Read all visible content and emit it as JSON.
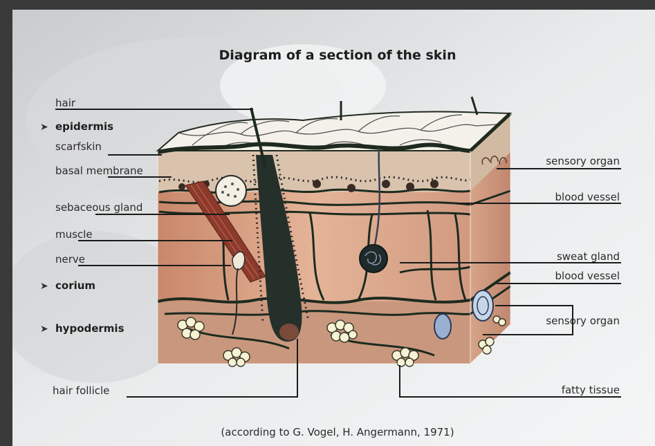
{
  "title": "Diagram of a section of the skin",
  "caption": "(according to G. Vogel, H. Angermann, 1971)",
  "labels_left": {
    "hair": "hair",
    "epidermis": "epidermis",
    "scarfskin": "scarfskin",
    "basal_membrane": "basal membrane",
    "sebaceous_gland": "sebaceous gland",
    "muscle": "muscle",
    "nerve": "nerve",
    "corium": "corium",
    "hypodermis": "hypodermis",
    "hair_follicle": "hair follicle"
  },
  "labels_right": {
    "sensory_organ_top": "sensory organ",
    "blood_vessel_top": "blood vessel",
    "sweat_gland": "sweat gland",
    "blood_vessel_bottom": "blood vessel",
    "sensory_organ_bottom": "sensory organ",
    "fatty_tissue": "fatty tissue"
  },
  "colors": {
    "epidermis": "#d9c3ad",
    "corium": "#dca98a",
    "hypodermis": "#c7967b",
    "surface": "#f4f1ea",
    "outline": "#1e2a1e"
  }
}
